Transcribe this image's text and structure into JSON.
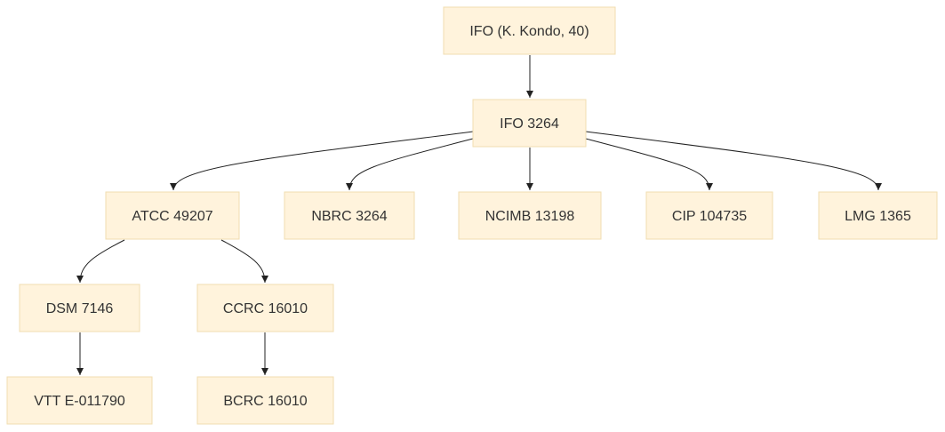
{
  "colors": {
    "node_fill": "#fff3dc",
    "node_stroke": "#f0deb0",
    "edge": "#222222",
    "text": "#333333"
  },
  "nodes": {
    "ifo_kondo": "IFO (K. Kondo, 40)",
    "ifo_3264": "IFO 3264",
    "atcc_49207": "ATCC 49207",
    "nbrc_3264": "NBRC 3264",
    "ncimb_13198": "NCIMB 13198",
    "cip_104735": "CIP 104735",
    "lmg_1365": "LMG 1365",
    "dsm_7146": "DSM 7146",
    "ccrc_16010": "CCRC 16010",
    "vtt_e011790": "VTT E-011790",
    "bcrc_16010": "BCRC 16010"
  },
  "edges": [
    {
      "from": "ifo_kondo",
      "to": "ifo_3264"
    },
    {
      "from": "ifo_3264",
      "to": "atcc_49207"
    },
    {
      "from": "ifo_3264",
      "to": "nbrc_3264"
    },
    {
      "from": "ifo_3264",
      "to": "ncimb_13198"
    },
    {
      "from": "ifo_3264",
      "to": "cip_104735"
    },
    {
      "from": "ifo_3264",
      "to": "lmg_1365"
    },
    {
      "from": "atcc_49207",
      "to": "dsm_7146"
    },
    {
      "from": "atcc_49207",
      "to": "ccrc_16010"
    },
    {
      "from": "dsm_7146",
      "to": "vtt_e011790"
    },
    {
      "from": "ccrc_16010",
      "to": "bcrc_16010"
    }
  ]
}
